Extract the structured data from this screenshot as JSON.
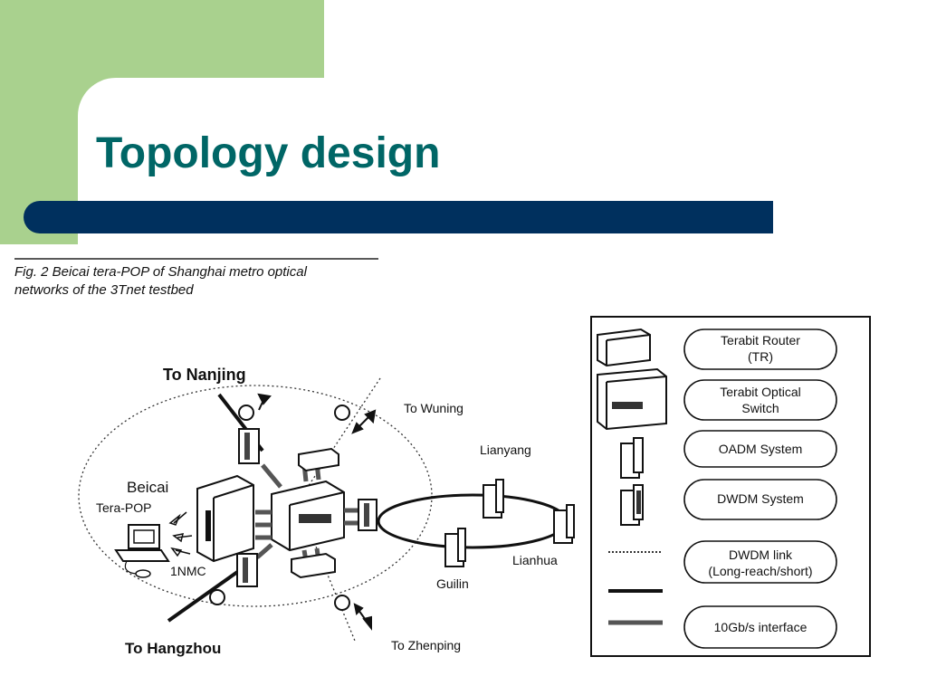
{
  "slide": {
    "title": "Topology design"
  },
  "figure": {
    "caption_line1": "Fig. 2 Beicai tera-POP of Shanghai metro optical",
    "caption_line2": "networks of the 3Tnet testbed",
    "labels": {
      "to_nanjing": "To Nanjing",
      "to_wuning": "To Wuning",
      "to_hangzhou": "To Hangzhou",
      "to_zhenping": "To Zhenping",
      "beicai": "Beicai",
      "tera_pop": "Tera-POP",
      "nmc": "1NMC",
      "lianyang": "Lianyang",
      "lianhua": "Lianhua",
      "guilin": "Guilin"
    },
    "legend": {
      "terabit_router_1": "Terabit Router",
      "terabit_router_2": "(TR)",
      "optical_switch_1": "Terabit Optical",
      "optical_switch_2": "Switch",
      "oadm": "OADM System",
      "dwdm": "DWDM System",
      "dwdm_link_1": "DWDM link",
      "dwdm_link_2": "(Long-reach/short)",
      "interface": "10Gb/s interface"
    }
  },
  "colors": {
    "green": "#a9d18e",
    "title": "#006666",
    "bar": "#00305e"
  }
}
